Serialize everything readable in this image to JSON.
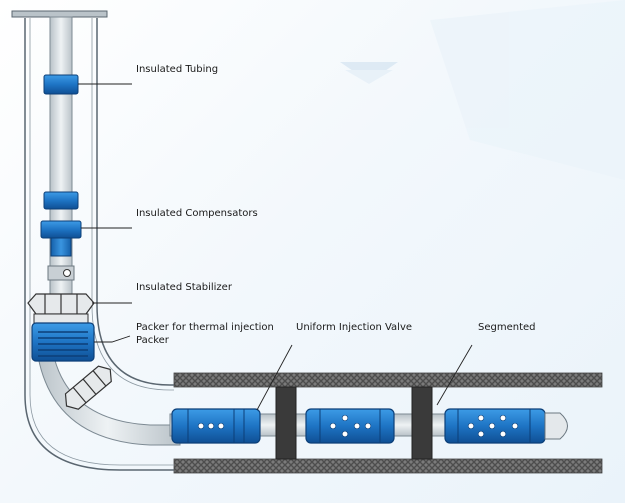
{
  "labels": {
    "insulated_tubing": "Insulated Tubing",
    "insulated_compensators": "Insulated Compensators",
    "insulated_stabilizer": "Insulated Stabilizer",
    "packer_line1": "Packer for thermal injection",
    "packer_line2": "Packer",
    "uniform_injection_valve": "Uniform Injection Valve",
    "segmented": "Segmented"
  },
  "colors": {
    "blue_component": "#1a74c6",
    "tubing_fill": "#d8dfe3",
    "casing_stroke": "#5a6670",
    "formation": "#6a6a6a",
    "packer_block": "#3a3a3a",
    "background_accent": "#d7e6f2"
  }
}
